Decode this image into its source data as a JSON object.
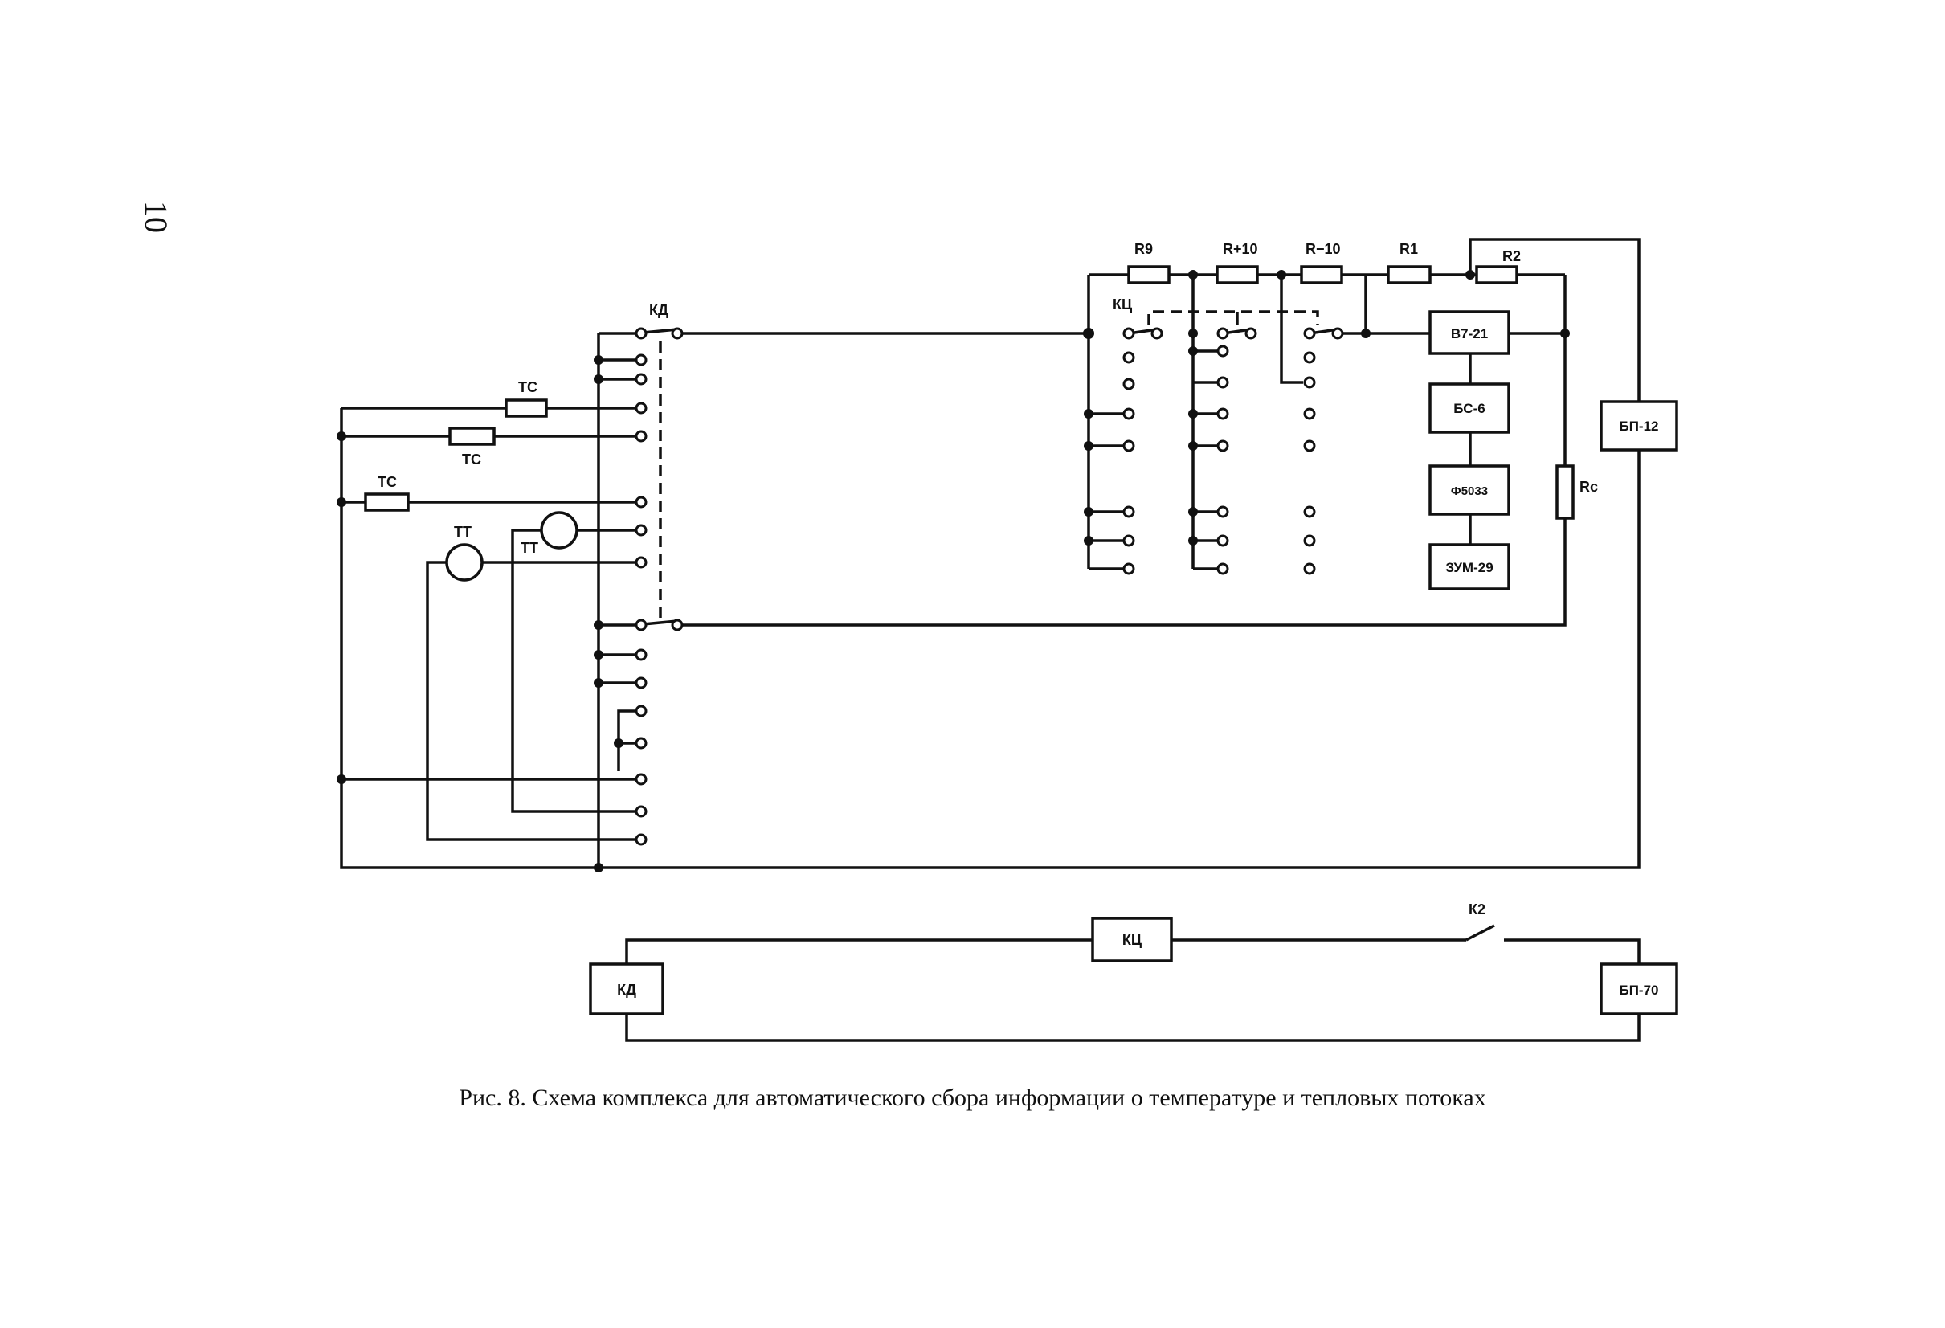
{
  "page_number": "10",
  "caption": "Рис. 8. Схема комплекса для автоматического сбора информации о температуре и тепловых потоках",
  "labels": {
    "kd_top": "КД",
    "kc_top": "КЦ",
    "tc1": "ТС",
    "tc2": "ТС",
    "tc3": "ТС",
    "tt1": "ТТ",
    "tt2": "ТТ",
    "r9": "R9",
    "rp10": "R+10",
    "rm10": "R−10",
    "r1": "R1",
    "r2": "R2",
    "rc": "Rc",
    "k2": "К2"
  },
  "blocks": {
    "b7_21": "В7-21",
    "bs_6": "БС-6",
    "f5033": "Ф5033",
    "zum_29": "ЗУМ-29",
    "bp_12": "БП-12",
    "kd": "КД",
    "kc": "КЦ",
    "bp_70": "БП-70"
  }
}
